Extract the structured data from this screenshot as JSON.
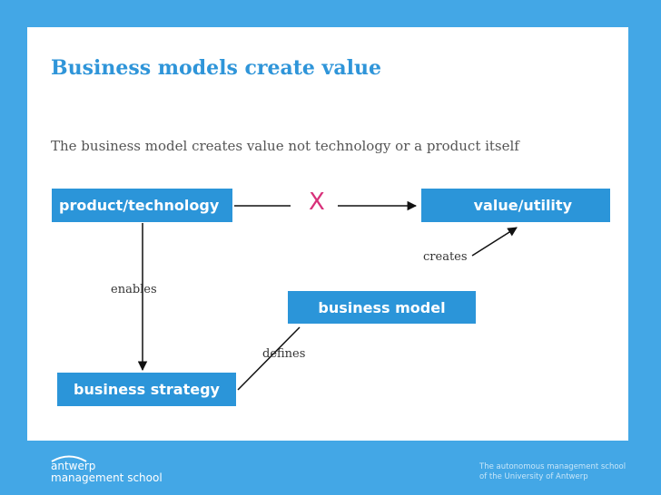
{
  "slide": {
    "title": "Business models create value",
    "subtitle": "The business model creates value not technology or a product itself"
  },
  "diagram": {
    "nodes": {
      "product": "product/technology",
      "value": "value/utility",
      "model": "business model",
      "strategy": "business strategy"
    },
    "blocked_mark": "X",
    "edges": {
      "enables": "enables",
      "creates": "creates",
      "defines": "defines"
    }
  },
  "footer": {
    "logo_line1": "antwerp",
    "logo_line2": "management school",
    "tagline_line1": "The autonomous management school",
    "tagline_line2": "of the University of Antwerp"
  },
  "colors": {
    "frame": "#43a7e6",
    "box": "#2b95d9",
    "title": "#2f95d9",
    "x_mark": "#d8317a"
  }
}
